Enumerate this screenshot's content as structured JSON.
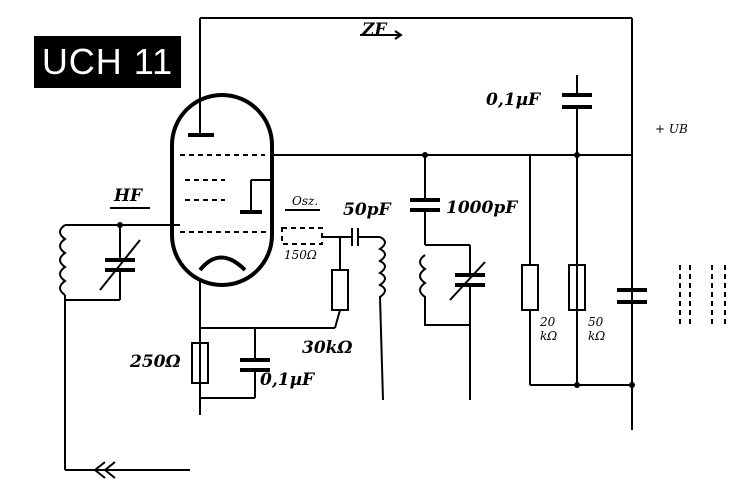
{
  "title": "UCH 11",
  "labels": {
    "zf": "ZF",
    "hf": "HF",
    "osz": "Osz.",
    "c_top": "0,1µF",
    "c_50": "50pF",
    "c_1000": "1000pF",
    "r_150": "150Ω",
    "r_30k": "30kΩ",
    "r_250": "250Ω",
    "c_bottom": "0,1µF",
    "r_20k": "20 kΩ",
    "r_50k": "50 kΩ",
    "supply": "+ UB"
  }
}
